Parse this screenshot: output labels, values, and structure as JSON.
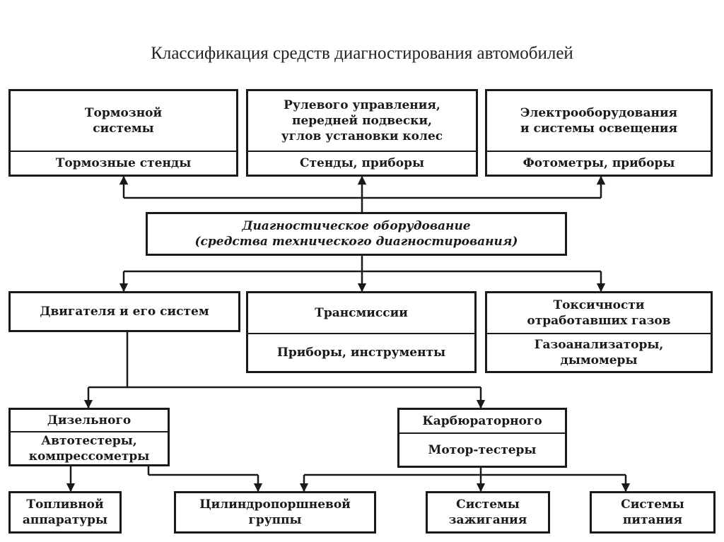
{
  "title": "Классификация средств диагностирования автомобилей",
  "top_boxes": [
    {
      "head": "Тормозной\nсистемы",
      "sub": "Тормозные стенды"
    },
    {
      "head": "Рулевого управления,\nпередней подвески,\nуглов установки колес",
      "sub": "Стенды, приборы"
    },
    {
      "head": "Электрооборудования\nи системы освещения",
      "sub": "Фотометры, приборы"
    }
  ],
  "center_box": {
    "text": "Диагностическое оборудование\n(средства технического диагностирования)"
  },
  "middle_boxes": [
    {
      "head": "Двигателя и его систем"
    },
    {
      "head": "Трансмиссии",
      "sub": "Приборы, инструменты"
    },
    {
      "head": "Токсичности\nотработавших газов",
      "sub": "Газоанализаторы,\nдымомеры"
    }
  ],
  "engine_boxes": [
    {
      "head": "Дизельного",
      "sub": "Автотестеры,\nкомпрессометры"
    },
    {
      "head": "Карбюраторного",
      "sub": "Мотор-тестеры"
    }
  ],
  "bottom_boxes": [
    {
      "text": "Топливной\nаппаратуры"
    },
    {
      "text": "Цилиндропоршневой\nгруппы"
    },
    {
      "text": "Системы\nзажигания"
    },
    {
      "text": "Системы\nпитания"
    }
  ]
}
